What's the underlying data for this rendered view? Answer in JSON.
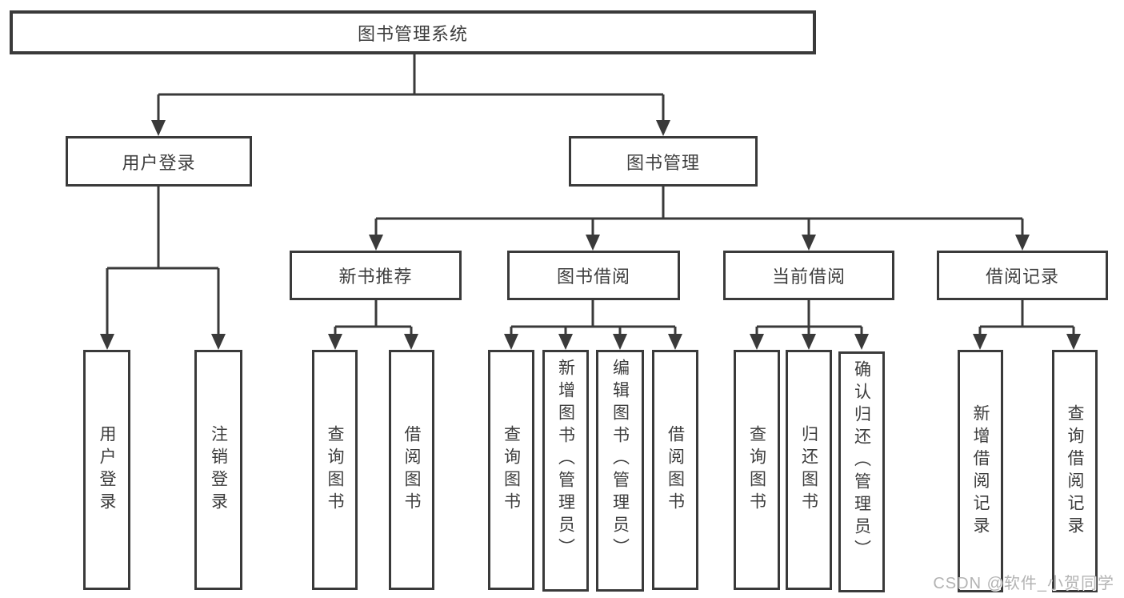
{
  "tree": {
    "root": "图书管理系统",
    "level2": [
      "用户登录",
      "图书管理"
    ],
    "level3": [
      "新书推荐",
      "图书借阅",
      "当前借阅",
      "借阅记录"
    ],
    "leaves": [
      "用户登录",
      "注销登录",
      "查询图书",
      "借阅图书",
      "查询图书",
      "新增图书（管理员）",
      "编辑图书（管理员）",
      "借阅图书",
      "查询图书",
      "归还图书",
      "确认归还（管理员）",
      "新增借阅记录",
      "查询借阅记录"
    ]
  },
  "hierarchy": {
    "图书管理系统": {
      "用户登录": [
        "用户登录",
        "注销登录"
      ],
      "图书管理": {
        "新书推荐": [
          "查询图书",
          "借阅图书"
        ],
        "图书借阅": [
          "查询图书",
          "新增图书（管理员）",
          "编辑图书（管理员）",
          "借阅图书"
        ],
        "当前借阅": [
          "查询图书",
          "归还图书",
          "确认归还（管理员）"
        ],
        "借阅记录": [
          "新增借阅记录",
          "查询借阅记录"
        ]
      }
    }
  },
  "watermark": "CSDN @软件_小贺同学",
  "colors": {
    "line": "#3a3a3a",
    "text": "#3d3d3d",
    "background": "#ffffff",
    "watermark": "#b3b3b3"
  }
}
